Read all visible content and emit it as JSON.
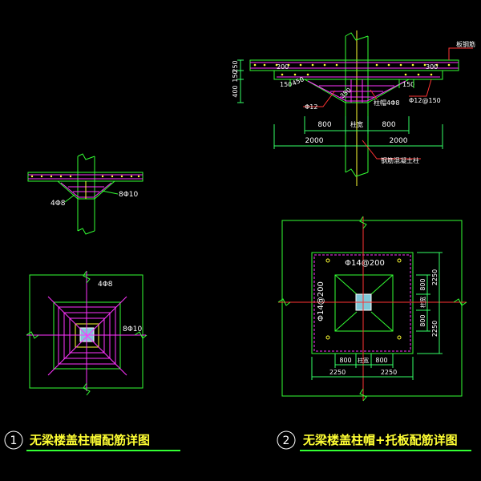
{
  "colors": {
    "background": "#000000",
    "outline": "#33ff33",
    "rebar": "#ff33ff",
    "text": "#ffffff",
    "accent": "#ffff33",
    "axis": "#ff3333",
    "dim": "#33ff66",
    "leader": "#ff3333"
  },
  "detail1": {
    "section_labels": {
      "left": "4Φ8",
      "right": "8Φ10"
    },
    "plan_labels": {
      "top": "4Φ8",
      "right": "8Φ10"
    },
    "number": "1",
    "title": "无梁楼盖柱帽配筋详图"
  },
  "detail2": {
    "left_dims": [
      "250",
      "150",
      "400"
    ],
    "top_label_right": "板钢筋",
    "slab_left": "200",
    "slab_right": "300",
    "cap_left": "150",
    "cap_right": "150",
    "bar_a": "Φ12",
    "bar_b": "柱帽4Φ8",
    "bar_c": "Φ12@150",
    "angle_left": "450",
    "angle_mid": "350",
    "dim_800_left": "800",
    "col_label": "柱宽",
    "dim_800_right": "800",
    "dim_2000_left": "2000",
    "dim_2000_right": "2000",
    "concrete_note": "钢筋混凝土柱",
    "plan_top": "Φ14@200",
    "plan_left": "Φ14@200",
    "plan_right_top": "800",
    "plan_right_mid": "柱宽",
    "plan_right_bottom": "800",
    "plan_far_top": "2250",
    "plan_far_bottom": "2250",
    "plan_bot_left": "800",
    "plan_bot_mid": "柱宽",
    "plan_bot_right": "800",
    "plan_dim_left": "2250",
    "plan_dim_right": "2250",
    "number": "2",
    "title": "无梁楼盖柱帽+托板配筋详图"
  }
}
